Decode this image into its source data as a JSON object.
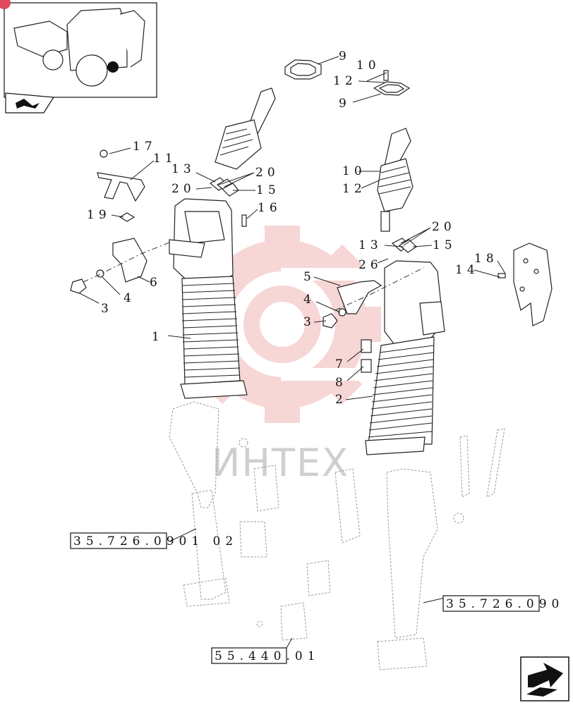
{
  "callouts": {
    "c1": "1",
    "c2": "2",
    "c3a": "3",
    "c3b": "3",
    "c4a": "4",
    "c4b": "4",
    "c5": "5",
    "c6": "6",
    "c7": "7",
    "c8": "8",
    "c9a": "9",
    "c9b": "9",
    "c10a": "10",
    "c10b": "10",
    "c11": "11",
    "c12a": "12",
    "c12b": "12",
    "c13a": "13",
    "c13b": "13",
    "c14": "14",
    "c15a": "15",
    "c15b": "15",
    "c16": "16",
    "c17": "17",
    "c18": "18",
    "c19": "19",
    "c20a": "20",
    "c20b": "20",
    "c20c": "20",
    "c26": "26"
  },
  "references": {
    "ref1": "35.726.0901 02",
    "ref2": "35.726.090",
    "ref3": "55.440.01"
  },
  "watermark": {
    "text": "ИНТЕХ"
  },
  "icons": {
    "thumbnail": "backhoe-loader-thumbnail",
    "thumb_nav": "bookmark-arrow-icon",
    "next": "next-page-arrow-icon"
  },
  "colors": {
    "watermark": "#e8a0a0",
    "line": "#222222"
  }
}
